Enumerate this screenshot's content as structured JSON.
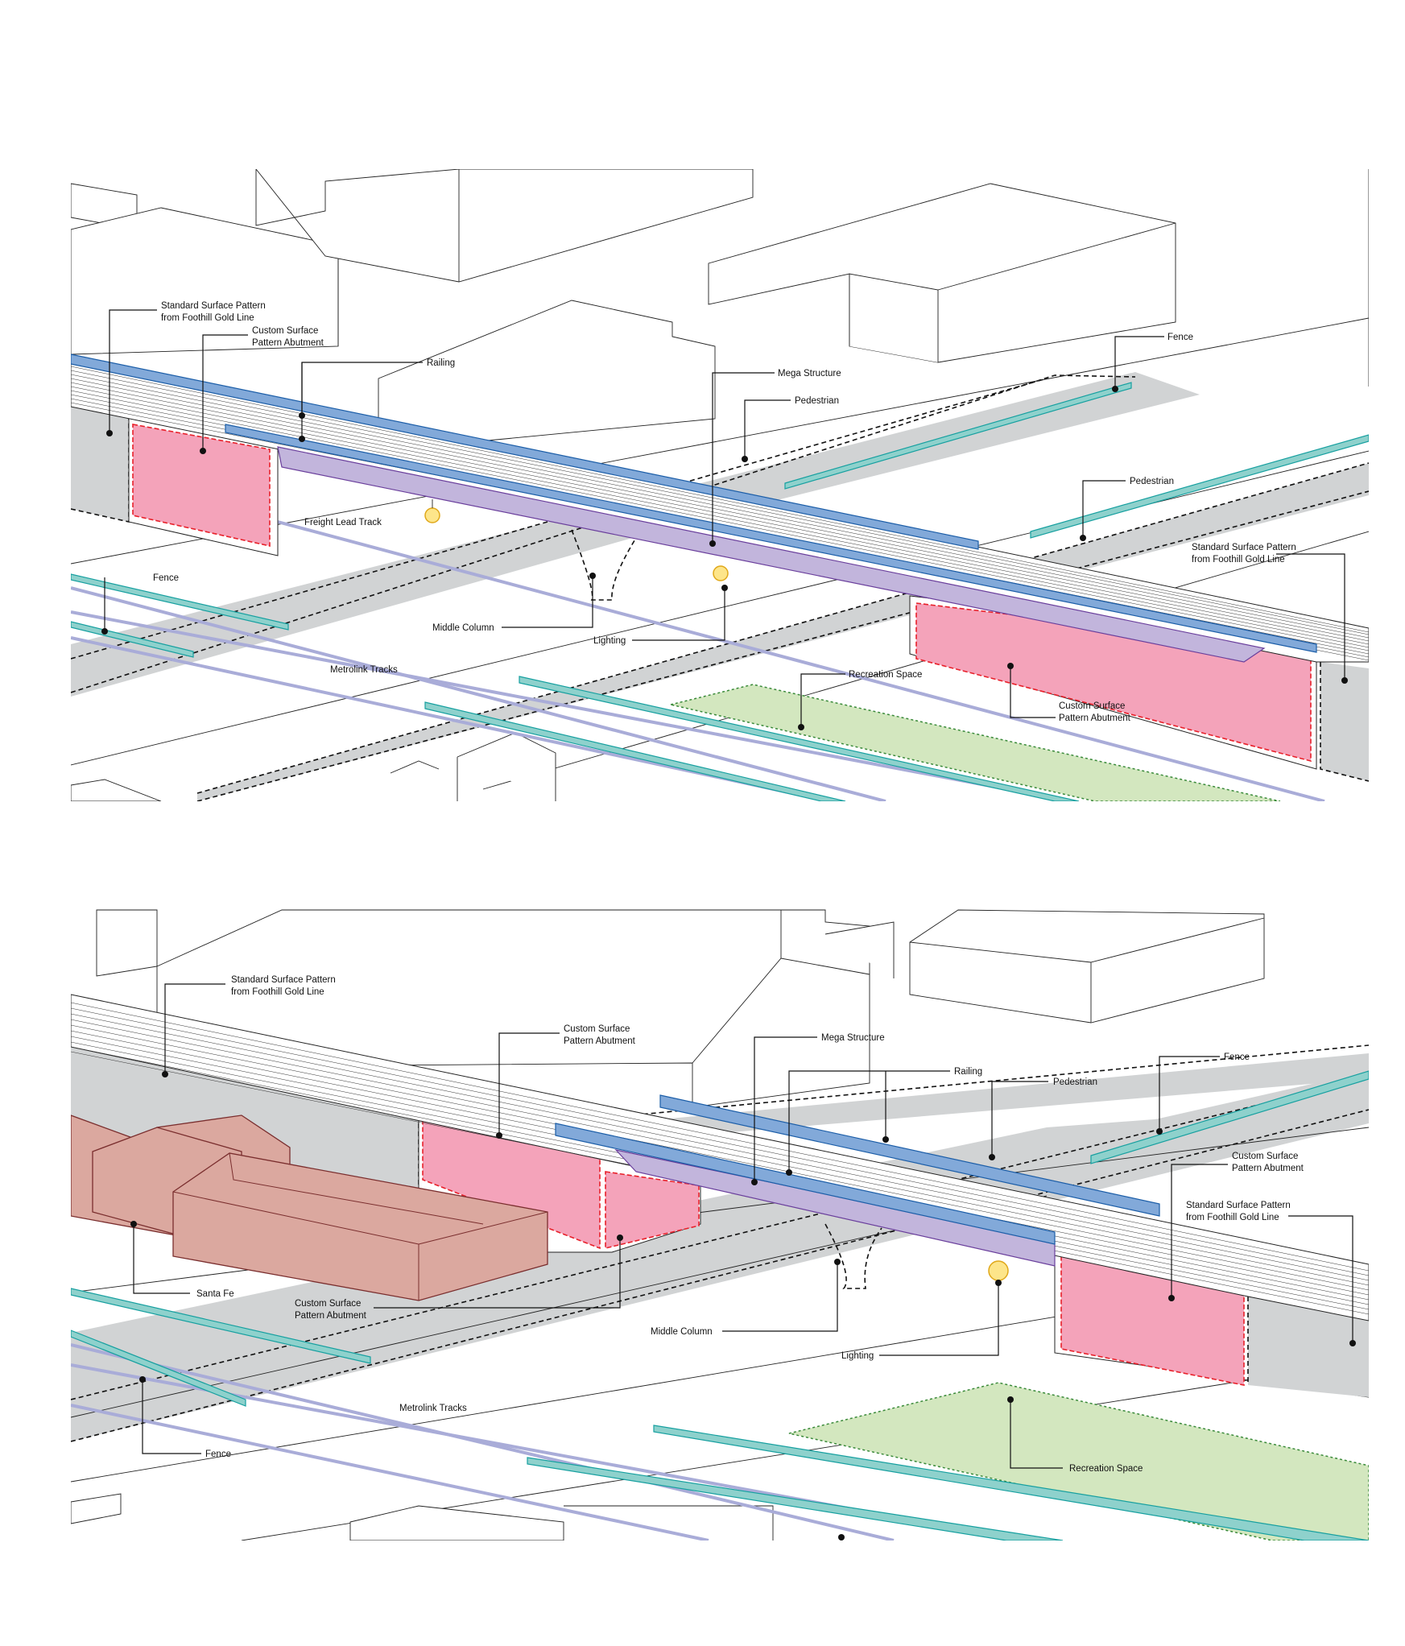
{
  "top": {
    "labels": {
      "standard_surface_1": [
        "Standard Surface Pattern",
        "from Foothill Gold Line"
      ],
      "custom_surface_1": [
        "Custom Surface",
        "Pattern Abutment"
      ],
      "railing": "Railing",
      "mega_structure": "Mega Structure",
      "pedestrian_1": "Pedestrian",
      "fence_1": "Fence",
      "pedestrian_2": "Pedestrian",
      "freight_lead_track": "Freight Lead Track",
      "standard_surface_2": [
        "Standard Surface Pattern",
        "from Foothill Gold Line"
      ],
      "fence_2": "Fence",
      "middle_column": "Middle Column",
      "lighting": "Lighting",
      "metrolink_tracks": "Metrolink  Tracks",
      "recreation_space": "Recreation Space",
      "custom_surface_2": [
        "Custom Surface",
        "Pattern Abutment"
      ]
    }
  },
  "bottom": {
    "labels": {
      "standard_surface_1": [
        "Standard Surface Pattern",
        "from Foothill Gold Line"
      ],
      "custom_surface_1": [
        "Custom Surface",
        "Pattern Abutment"
      ],
      "mega_structure": "Mega Structure",
      "railing": "Railing",
      "pedestrian": "Pedestrian",
      "fence_1": "Fence",
      "custom_surface_2": [
        "Custom Surface",
        "Pattern Abutment"
      ],
      "standard_surface_2": [
        "Standard Surface Pattern",
        "from Foothill Gold Line"
      ],
      "santa_fe": "Santa Fe",
      "custom_surface_3": [
        "Custom Surface",
        "Pattern Abutment"
      ],
      "middle_column": "Middle Column",
      "lighting": "Lighting",
      "metrolink_tracks": "Metrolink Tracks",
      "fence_2": "Fence",
      "recreation_space": "Recreation Space"
    }
  },
  "colors": {
    "abutment_pink": "#f4a3ba",
    "railing_blue": "#82a9d9",
    "mega_structure_purple": "#c2b5dc",
    "fence_teal": "#8ed1cc",
    "track_lavender": "#a9acd8",
    "recreation_green": "#d3e7bf",
    "santa_fe_brick": "#dba89f",
    "surface_gray": "#d1d3d4",
    "lighting_yellow": "#fde58a"
  }
}
